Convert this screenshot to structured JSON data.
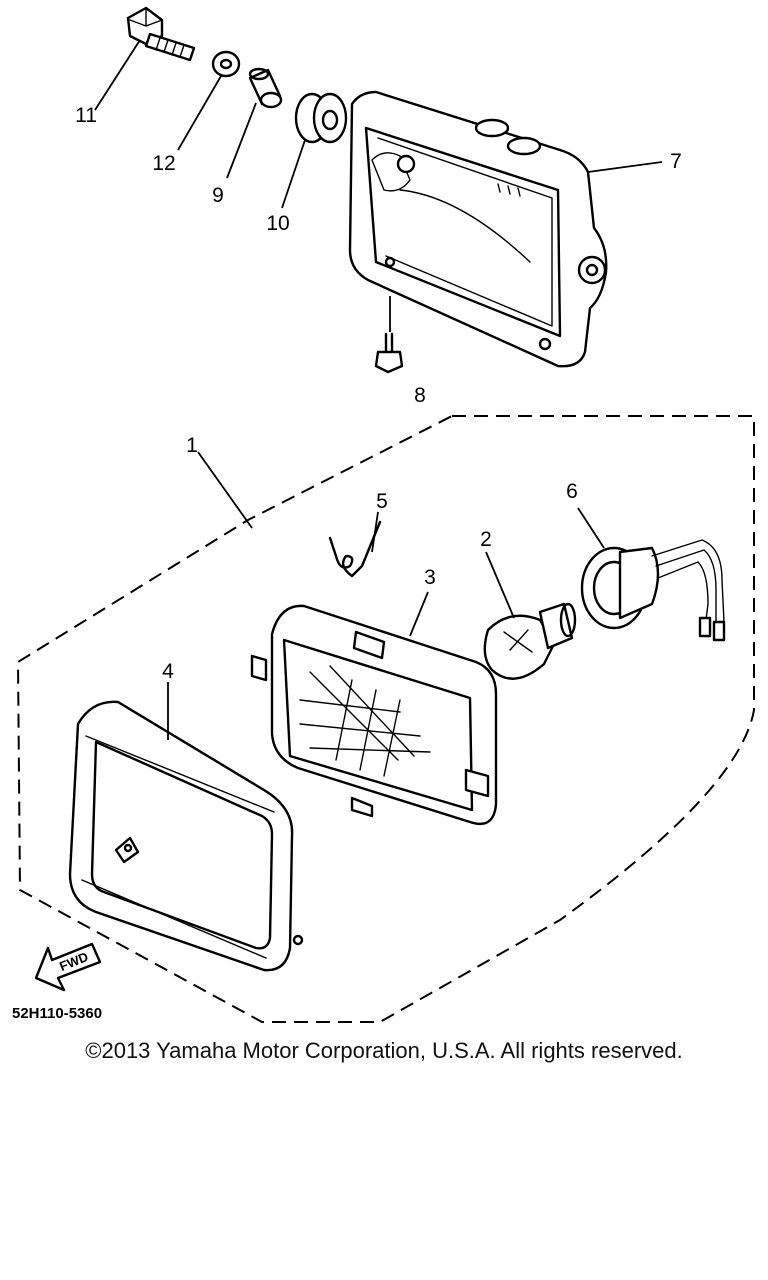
{
  "parts": [
    {
      "id": "part-1",
      "label": "1"
    },
    {
      "id": "part-2",
      "label": "2"
    },
    {
      "id": "part-3",
      "label": "3"
    },
    {
      "id": "part-4",
      "label": "4"
    },
    {
      "id": "part-5",
      "label": "5"
    },
    {
      "id": "part-6",
      "label": "6"
    },
    {
      "id": "part-7",
      "label": "7"
    },
    {
      "id": "part-8",
      "label": "8"
    },
    {
      "id": "part-9",
      "label": "9"
    },
    {
      "id": "part-10",
      "label": "10"
    },
    {
      "id": "part-11",
      "label": "11"
    },
    {
      "id": "part-12",
      "label": "12"
    }
  ],
  "fwd_label": "FWD",
  "diagram_code": "52H110-5360",
  "copyright": "©2013 Yamaha Motor Corporation, U.S.A. All rights reserved."
}
